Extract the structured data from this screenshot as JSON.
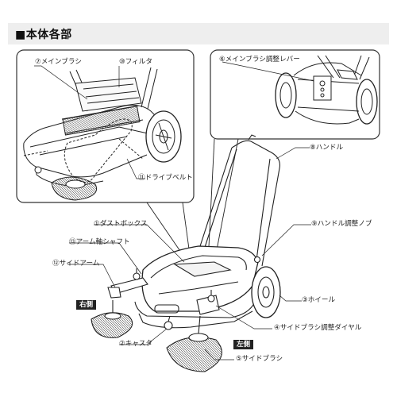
{
  "header": {
    "title": "■本体各部"
  },
  "insets": {
    "left": {
      "labels": {
        "main_brush": "⑦メインブラシ",
        "filter": "⑩フィルタ",
        "drive_belt": "⑪ドライブベルト"
      }
    },
    "right": {
      "labels": {
        "brush_lever": "⑥メインブラシ調整レバー"
      }
    }
  },
  "main": {
    "labels": {
      "handle": "⑧ハンドル",
      "dust_box": "①ダストボックス",
      "handle_knob": "⑨ハンドル調整ノブ",
      "arm_shaft": "⑬アーム軸シャフト",
      "side_arm": "⑫サイドアーム",
      "wheel": "③ホイール",
      "side_brush_dial": "④サイドブラシ調整ダイヤル",
      "caster": "②キャスタ",
      "side_brush": "⑤サイドブラシ"
    },
    "side_tags": {
      "right_side": "右側",
      "left_side": "左側"
    }
  },
  "colors": {
    "line": "#222222",
    "header_bg": "#eeeeee",
    "tag_bg": "#222222",
    "inset_border": "#333333"
  }
}
